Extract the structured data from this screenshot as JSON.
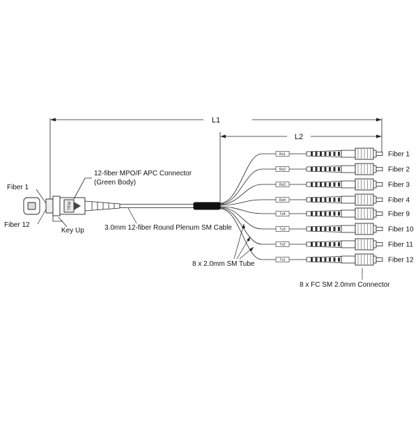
{
  "dimensions": {
    "l1": "L1",
    "l2": "L2"
  },
  "labels": {
    "fiber_1_left": "Fiber 1",
    "fiber_12_left": "Fiber 12",
    "mpo_connector_line1": "12-fiber MPO/F APC Connector",
    "mpo_connector_line2": "(Green Body)",
    "key_up": "Key Up",
    "round_cable": "3.0mm 12-fiber Round Plenum SM Cable",
    "sm_tube": "8 x 2.0mm SM Tube",
    "fc_connector": "8 x FC SM 2.0mm Connector",
    "pull_tab": "PULL"
  },
  "legs": [
    {
      "tag": "Rx1",
      "fiber": "Fiber 1"
    },
    {
      "tag": "Rx2",
      "fiber": "Fiber 2"
    },
    {
      "tag": "Rx3",
      "fiber": "Fiber 3"
    },
    {
      "tag": "Rx4",
      "fiber": "Fiber 4"
    },
    {
      "tag": "Tx4",
      "fiber": "Fiber 9"
    },
    {
      "tag": "Tx3",
      "fiber": "Fiber 10"
    },
    {
      "tag": "Tx2",
      "fiber": "Fiber 11"
    },
    {
      "tag": "Tx1",
      "fiber": "Fiber 12"
    }
  ]
}
